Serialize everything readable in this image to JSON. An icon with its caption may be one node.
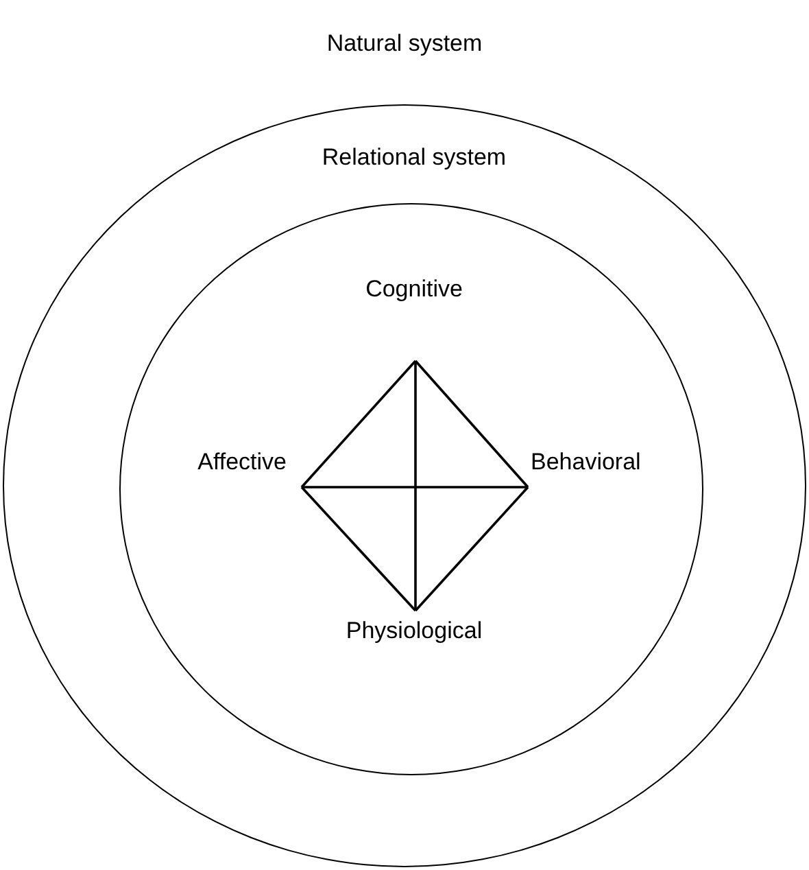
{
  "diagram": {
    "title": "Natural system",
    "nodes": [
      {
        "text": [
          "Relational system"
        ]
      },
      {
        "text": [],
        "shape": "circle",
        "in": 0
      },
      {
        "text": [
          "Cognitive"
        ],
        "in": 1
      },
      {
        "text": [
          "Affective"
        ],
        "in": 1
      },
      {
        "text": [
          "Behavioral"
        ],
        "in": 1
      },
      {
        "text": [
          "Physiological"
        ],
        "in": 1
      }
    ],
    "edges": [
      {
        "from": 2,
        "to": 4,
        "arrow": "none"
      },
      {
        "from": 4,
        "to": 5,
        "arrow": "none"
      },
      {
        "from": 5,
        "to": 3,
        "arrow": "none"
      },
      {
        "from": 3,
        "to": 2,
        "arrow": "none"
      },
      {
        "from": 2,
        "to": 5,
        "arrow": "none"
      },
      {
        "from": 3,
        "to": 4,
        "arrow": "none"
      }
    ]
  }
}
